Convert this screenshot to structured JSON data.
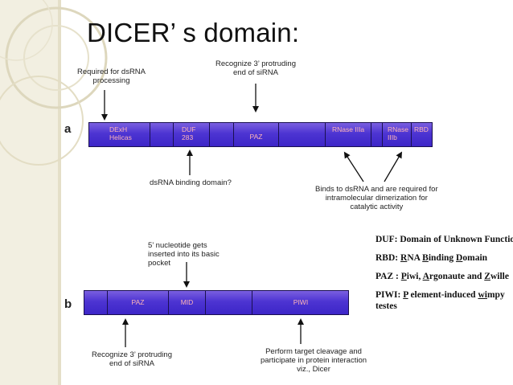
{
  "title": "DICER’ s domain:",
  "panel_a": {
    "label": "a",
    "segments": [
      {
        "name": "seg-dexh-helicas",
        "text": "DExH\nHelicas"
      },
      {
        "name": "seg-a-blank-1",
        "text": ""
      },
      {
        "name": "seg-duf283",
        "text": "DUF\n283"
      },
      {
        "name": "seg-a-blank-2",
        "text": ""
      },
      {
        "name": "seg-paz-a",
        "text": "PAZ"
      },
      {
        "name": "seg-a-blank-3",
        "text": ""
      },
      {
        "name": "seg-rnase-iiia",
        "text": "RNase IIIa"
      },
      {
        "name": "seg-a-blank-4",
        "text": ""
      },
      {
        "name": "seg-rnase-iiib",
        "text": "RNase\nIIIb"
      },
      {
        "name": "seg-rbd",
        "text": "RBD"
      }
    ],
    "annotations": {
      "required_dsrna": "Required for dsRNA\nprocessing",
      "recognize_3_top": "Recognize 3’ protruding\nend of siRNA",
      "dsrna_binding": "dsRNA  binding domain?",
      "binds_dsrna": "Binds to dsRNA and are required for\nintramolecular dimerization for\ncatalytic activity"
    }
  },
  "panel_b": {
    "label": "b",
    "segments": [
      {
        "name": "seg-b-blank-1",
        "text": ""
      },
      {
        "name": "seg-paz-b",
        "text": "PAZ"
      },
      {
        "name": "seg-mid",
        "text": "MID"
      },
      {
        "name": "seg-b-blank-2",
        "text": ""
      },
      {
        "name": "seg-piwi",
        "text": "PIWI"
      }
    ],
    "annotations": {
      "nucleotide": "5’ nucleotide gets\ninserted into its basic\npocket",
      "recognize_3_bottom": "Recognize 3’ protruding\nend of siRNA",
      "perform_cleavage": "Perform target cleavage and\nparticipate in protein interaction\nviz., Dicer"
    }
  },
  "legend": {
    "duf": {
      "abbr": "DUF:",
      "text": " Domain of Unknown Function"
    },
    "rbd": {
      "abbr": "RBD:",
      "r": "R",
      "t1": "NA ",
      "b": "B",
      "t2": "inding ",
      "d": "D",
      "t3": "omain"
    },
    "paz": {
      "abbr": "PAZ :",
      "p": "P",
      "t1": "iwi, ",
      "a": "A",
      "t2": "rgonaute and ",
      "z": "Z",
      "t3": "wille"
    },
    "piwi": {
      "abbr": "PIWI:",
      "p": "P",
      "t1": " element-induced ",
      "wi": "wi",
      "t2": "mpy",
      "line2": "testes"
    }
  },
  "colors": {
    "bar_top": "#7a5fe0",
    "bar_bottom": "#3d26c8",
    "segment_text": "#ffb6b6",
    "decor": "#d9d3b8"
  }
}
